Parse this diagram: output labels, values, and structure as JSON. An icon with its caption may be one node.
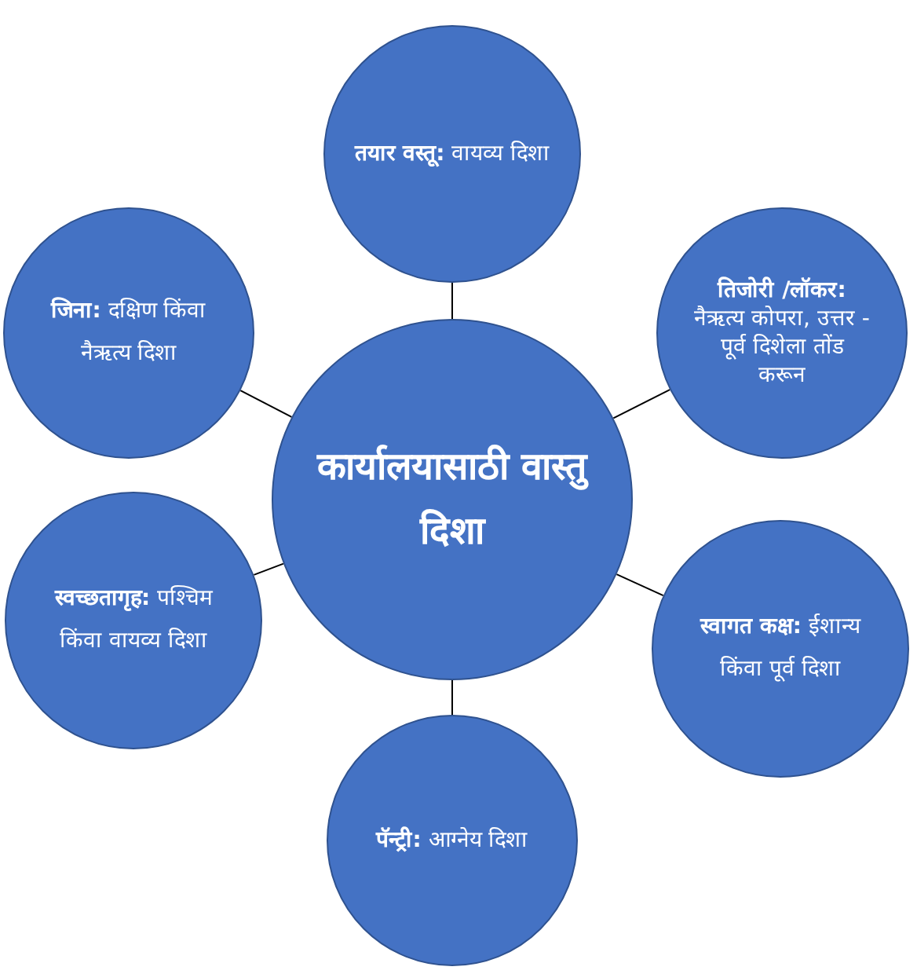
{
  "diagram": {
    "nodes": [
      {
        "text": [
          "**तयार वस्तू:** वायव्य दिशा"
        ]
      },
      {
        "text": [
          "**जिना:** दक्षिण किंवा नैऋत्य दिशा"
        ]
      },
      {
        "text": [
          "**तिजोरी /लॉकर:** नैऋत्य कोपरा, उत्तर - पूर्व दिशेला तोंड करून"
        ]
      },
      {
        "text": [
          "कार्यालयासाठी वास्तु दिशा"
        ]
      },
      {
        "text": [
          "**स्वच्छतागृह:** पश्चिम किंवा वायव्य दिशा"
        ]
      },
      {
        "text": [
          "**स्वागत कक्ष:** ईशान्य किंवा पूर्व दिशा"
        ]
      },
      {
        "text": [
          "**पॅन्ट्री:** आग्नेय दिशा"
        ]
      }
    ],
    "edges": [
      {
        "from": 3,
        "to": 0,
        "arrow": "none"
      },
      {
        "from": 3,
        "to": 1,
        "arrow": "none"
      },
      {
        "from": 3,
        "to": 2,
        "arrow": "none"
      },
      {
        "from": 3,
        "to": 4,
        "arrow": "none"
      },
      {
        "from": 3,
        "to": 5,
        "arrow": "none"
      },
      {
        "from": 3,
        "to": 6,
        "arrow": "none"
      }
    ]
  }
}
